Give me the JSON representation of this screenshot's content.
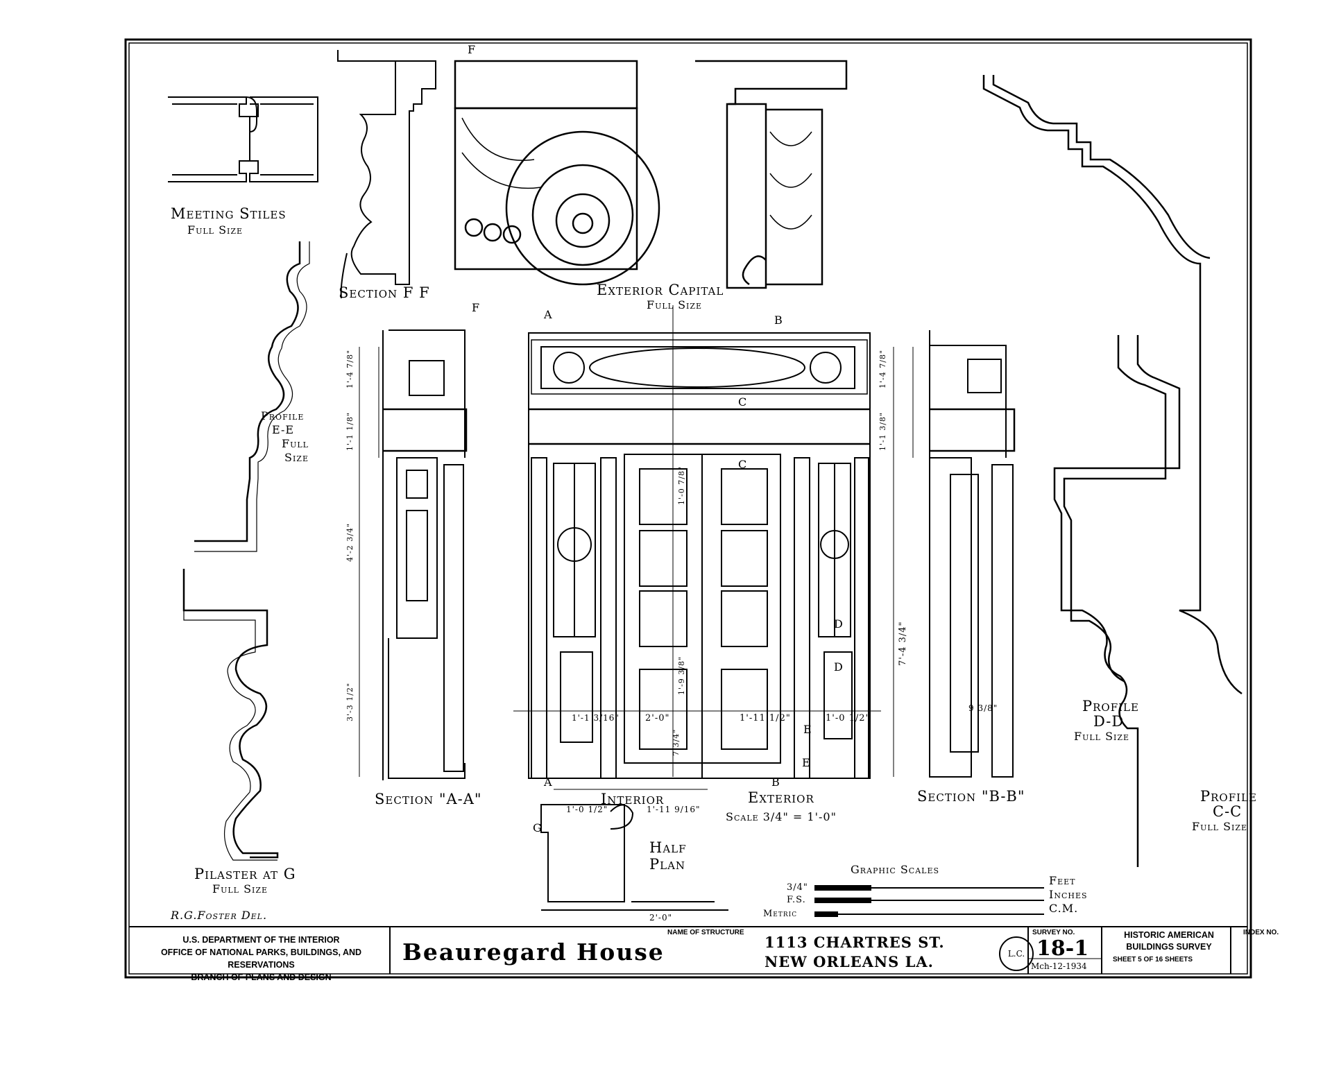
{
  "drawing_labels": {
    "meeting_stiles": "Meeting Stiles",
    "meeting_stiles_scale": "Full Size",
    "section_ff": "Section F F",
    "exterior_capital": "Exterior Capital",
    "exterior_capital_scale": "Full Size",
    "profile_ee_1": "Profile",
    "profile_ee_2": "E-E",
    "profile_ee_3": "Full",
    "profile_ee_4": "Size",
    "pilaster_g": "Pilaster at G",
    "pilaster_g_scale": "Full Size",
    "section_aa": "Section \"A-A\"",
    "section_bb": "Section \"B-B\"",
    "interior": "Interior",
    "exterior": "Exterior",
    "scale_main": "Scale 3/4\" = 1'-0\"",
    "half_plan_1": "Half",
    "half_plan_2": "Plan",
    "profile_dd_1": "Profile",
    "profile_dd_2": "D-D",
    "profile_dd_3": "Full Size",
    "profile_cc_1": "Profile",
    "profile_cc_2": "C-C",
    "profile_cc_3": "Full Size",
    "graphic_scales": "Graphic Scales",
    "gs_row1": "3/4\"",
    "gs_row2": "F.S.",
    "gs_row3": "Metric",
    "gs_unit1": "Feet",
    "gs_unit2": "Inches",
    "gs_unit3": "C.M.",
    "delineator": "R.G.Foster Del.",
    "cut_a": "A",
    "cut_b": "B",
    "cut_c": "C",
    "cut_d": "D",
    "cut_e": "E",
    "cut_f": "F",
    "cut_g": "G"
  },
  "title_block": {
    "department_1": "U.S. DEPARTMENT OF THE INTERIOR",
    "department_2": "OFFICE OF NATIONAL PARKS, BUILDINGS, AND RESERVATIONS",
    "department_3": "BRANCH OF PLANS AND DESIGN",
    "name_label": "NAME OF STRUCTURE",
    "structure_name": "Beauregard House",
    "address_1": "1113 CHARTRES ST.",
    "address_2": "NEW ORLEANS LA.",
    "stamp": "L.C.",
    "survey_label": "SURVEY NO.",
    "survey_no": "18-1",
    "date": "Mch-12-1934",
    "program_1": "HISTORIC AMERICAN",
    "program_2": "BUILDINGS SURVEY",
    "sheet": "SHEET 5 OF 16 SHEETS",
    "index_label": "INDEX NO."
  },
  "dimensions": {
    "d1": "1'-4 7/8\"",
    "d2": "1'-1 1/8\"",
    "d3": "4'-2 3/4\"",
    "d4": "3'-3 1/2\"",
    "d5": "1'-4 7/8\"",
    "d6": "1'-1 3/8\"",
    "d7": "1'-0 7/8\"",
    "d8": "1'-9 3/8\"",
    "d9": "2'-0\"",
    "d10": "1'-11 1/2\"",
    "d11": "1'-0 1/2\"",
    "d12": "7'-4 3/4\"",
    "d13": "1'-11 9/16\"",
    "d14": "1'-0 1/2\"",
    "d15": "2'-0\"",
    "d16": "9 3/8\"",
    "d17": "7 3/4\"",
    "d18": "1'-1 3/16\""
  },
  "colors": {
    "ink": "#000000",
    "paper": "#ffffff"
  }
}
